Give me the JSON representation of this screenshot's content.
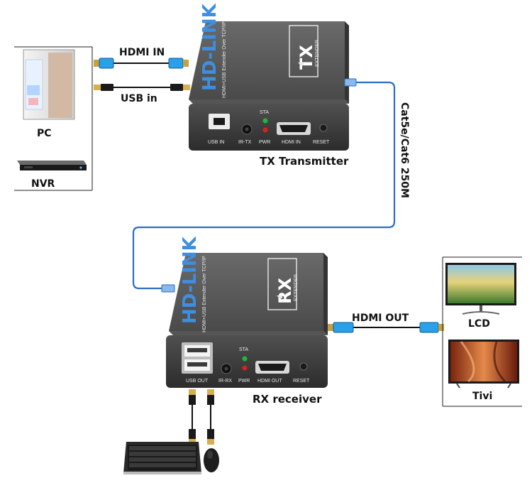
{
  "sources": {
    "pc_label": "PC",
    "nvr_label": "NVR"
  },
  "tx": {
    "badge": "TX",
    "badge_sub": "EXTENDER",
    "brand": "HD-LINK",
    "subtitle": "HDMI+USB Extender Over TCP/IP",
    "ports": {
      "usb_in": "USB IN",
      "ir_tx": "IR-TX",
      "sta": "STA",
      "pwr": "PWR",
      "hdmi_in": "HDMI IN",
      "reset": "RESET"
    },
    "caption": "TX Transmitter"
  },
  "rx": {
    "badge": "RX",
    "badge_sub": "EXTENDER",
    "brand": "HD-LINK",
    "subtitle": "HDMI+USB Extender Over TCP/IP",
    "ports": {
      "usb_out": "USB OUT",
      "ir_rx": "IR-RX",
      "sta": "STA",
      "pwr": "PWR",
      "hdmi_out": "HDMI OUT",
      "reset": "RESET"
    },
    "caption": "RX receiver"
  },
  "cables": {
    "hdmi_in": "HDMI IN",
    "usb_in": "USB in",
    "network": "Cat5e/Cat6 250M",
    "hdmi_out": "HDMI OUT"
  },
  "displays": {
    "lcd_label": "LCD",
    "tv_label": "Tivi"
  },
  "colors": {
    "device_body": "#4a4a4a",
    "device_face": "#3a3a3a",
    "brand_blue": "#3f8fe0",
    "cable_blue": "#2a6fc0",
    "hdmi_plug_blue": "#2aa0e8",
    "sta_led": "#1db83a",
    "pwr_led": "#d82020"
  }
}
